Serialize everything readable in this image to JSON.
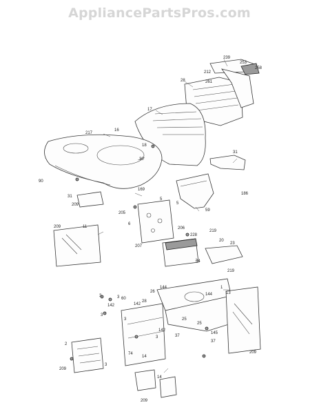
{
  "watermark": "AppliancePartsPros.com",
  "callouts": [
    "239",
    "253",
    "258",
    "212",
    "28",
    "261",
    "17",
    "217",
    "16",
    "30",
    "18",
    "31",
    "186",
    "90",
    "169",
    "31",
    "209",
    "205",
    "5",
    "5",
    "59",
    "6",
    "206",
    "228",
    "219",
    "20",
    "23",
    "209",
    "11",
    "207",
    "64",
    "219",
    "1",
    "13",
    "144",
    "26",
    "28",
    "144",
    "142",
    "60",
    "3",
    "3",
    "3",
    "142",
    "3",
    "25",
    "25",
    "145",
    "37",
    "3",
    "37",
    "142",
    "74",
    "2",
    "14",
    "14",
    "209",
    "3",
    "209",
    "209"
  ]
}
